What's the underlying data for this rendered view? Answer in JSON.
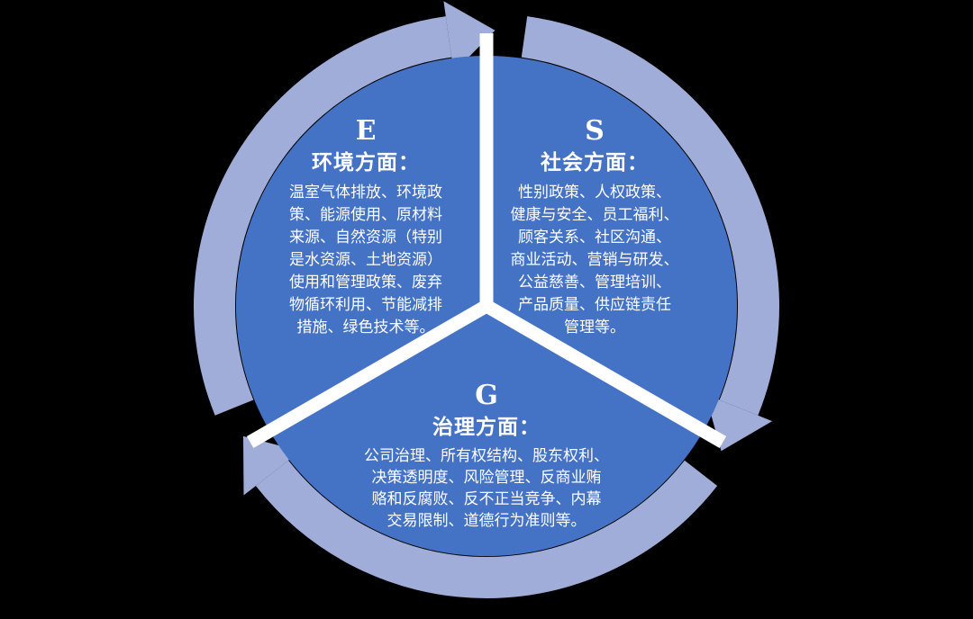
{
  "colors": {
    "wedge": "#4472c4",
    "ring": "#9fadd8",
    "divider": "#ffffff",
    "text": "#ffffff",
    "background": "#000000"
  },
  "segments": {
    "environment": {
      "letter": "E",
      "heading": "环境方面：",
      "body": "温室气体排放、环境政\n策、能源使用、原材料\n来源、自然资源（特别\n是水资源、土地资源）\n使用和管理政策、废弃\n物循环利用、节能减排\n措施、绿色技术等。"
    },
    "social": {
      "letter": "S",
      "heading": "社会方面：",
      "body": "性别政策、人权政策、\n健康与安全、员工福利、\n顾客关系、社区沟通、\n商业活动、营销与研发、\n公益慈善、管理培训、\n产品质量、供应链责任\n管理等。"
    },
    "governance": {
      "letter": "G",
      "heading": "治理方面：",
      "body": "公司治理、所有权结构、股东权利、\n决策透明度、风险管理、反商业贿\n赂和反腐败、反不正当竞争、内幕\n交易限制、道德行为准则等。"
    }
  }
}
